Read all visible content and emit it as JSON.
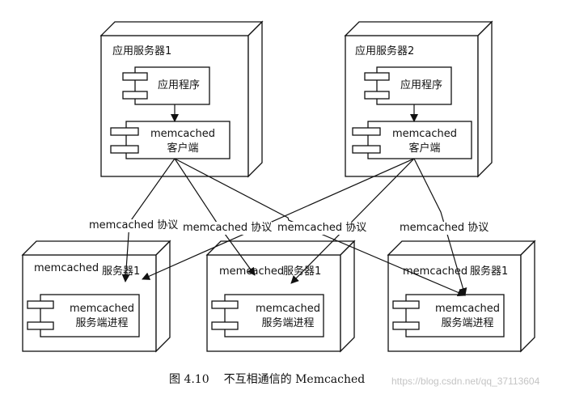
{
  "app_servers": [
    {
      "title": "应用服务器1",
      "app": "应用程序",
      "client_line1": "memcached",
      "client_line2": "客户端"
    },
    {
      "title": "应用服务器2",
      "app": "应用程序",
      "client_line1": "memcached",
      "client_line2": "客户端"
    }
  ],
  "protocol_labels": [
    "memcached  协议",
    "memcached  协议",
    "memcached  协议",
    "memcached  协议"
  ],
  "mem_servers": [
    {
      "title_left": "memcached",
      "title_right": "服务器1",
      "proc_line1": "memcached",
      "proc_line2": "服务端进程"
    },
    {
      "title_left": "memcached",
      "title_right": "服务器1",
      "proc_line1": "memcached",
      "proc_line2": "服务端进程"
    },
    {
      "title_left": "memcached",
      "title_right": "服务器1",
      "proc_line1": "memcached",
      "proc_line2": "服务端进程"
    }
  ],
  "caption": {
    "figure_no": "图 4.10",
    "text": "不互相通信的 Memcached"
  },
  "watermark": "https://blog.csdn.net/qq_37113604"
}
